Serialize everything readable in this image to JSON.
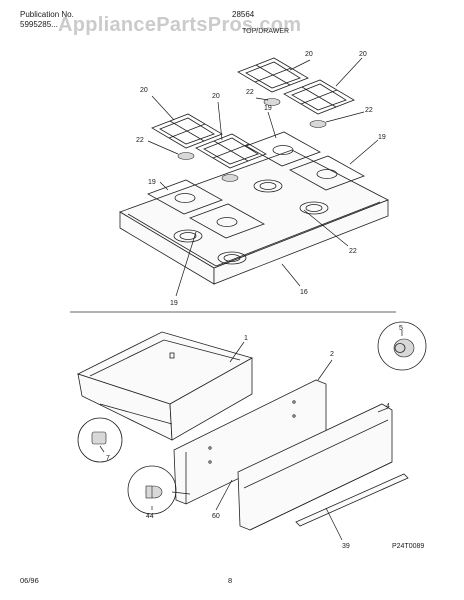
{
  "header": {
    "publication_label": "Publication No.",
    "publication_number": "5995285...",
    "model_number": "28564",
    "section_title": "TOP/DRAWER",
    "watermark": "AppliancePartsPros.com"
  },
  "callouts": {
    "grate_a": "20",
    "grate_b": "20",
    "grate_c": "20",
    "grate_d": "20",
    "cap_a": "22",
    "cap_b": "22",
    "cap_c": "22",
    "cap_d": "22",
    "head_a": "19",
    "head_b": "19",
    "head_c": "19",
    "head_d": "19",
    "cooktop": "16",
    "drawer_liner": "1",
    "drawer_front": "2",
    "drawer_panel": "4",
    "knob": "5",
    "clip": "7",
    "roller": "44",
    "screw": "60",
    "handle": "39"
  },
  "diagram_id": "P24T0089",
  "footer": {
    "date": "06/96",
    "page": "8"
  }
}
